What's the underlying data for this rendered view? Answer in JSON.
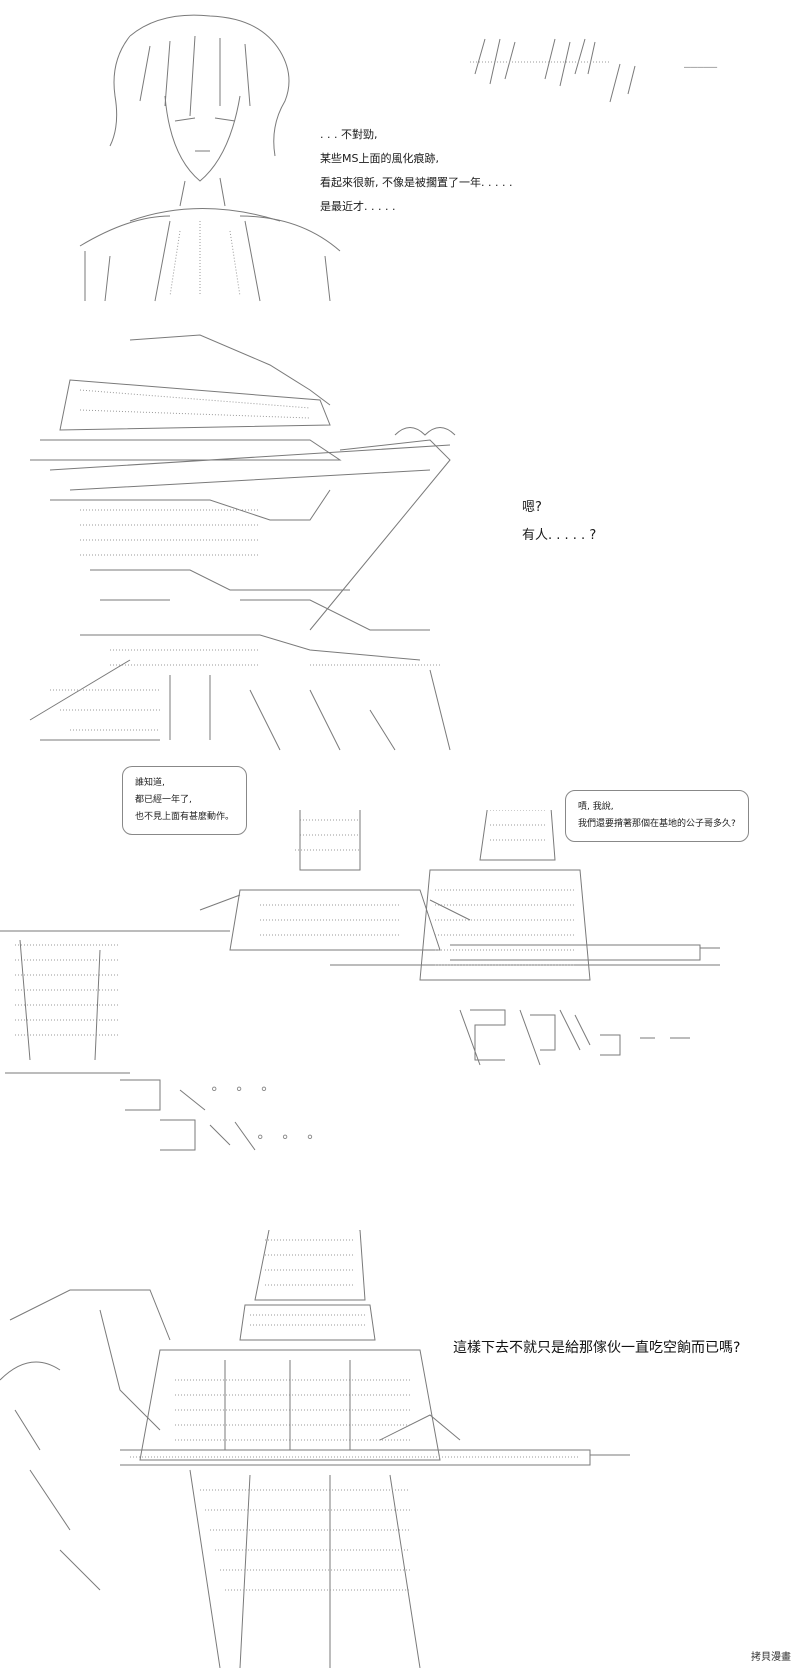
{
  "panel1": {
    "sfx": "—————",
    "dialogue": [
      ". . . 不對勁,",
      "某些MS上面的風化痕跡,",
      "看起來很新, 不像是被擱置了一年. . . . .",
      "是最近才. . . . ."
    ]
  },
  "panel2": {
    "dialogue": [
      "嗯?",
      "有人. . . . . ?"
    ]
  },
  "panel3": {
    "bubble_left": [
      "誰知道,",
      "都已經一年了,",
      "也不見上面有甚麼動作。"
    ],
    "bubble_right": [
      "嘖, 我說,",
      "我們還要揹著那個在基地的公子哥多久?"
    ],
    "sfx_dots_1": "° ° °",
    "sfx_dots_2": "° ° °"
  },
  "panel4": {
    "dialogue": "這樣下去不就只是給那傢伙一直吃空餉而已嗎?"
  },
  "credit": "拷貝漫畫"
}
